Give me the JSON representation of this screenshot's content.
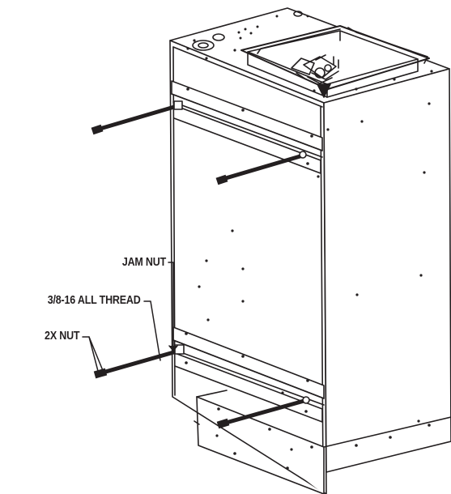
{
  "callouts": {
    "jam_nut": "JAM NUT",
    "all_thread": "3/8-16 ALL THREAD",
    "two_x_nut": "2X NUT"
  },
  "colors": {
    "line": "#231f20",
    "fill": "#ffffff"
  }
}
